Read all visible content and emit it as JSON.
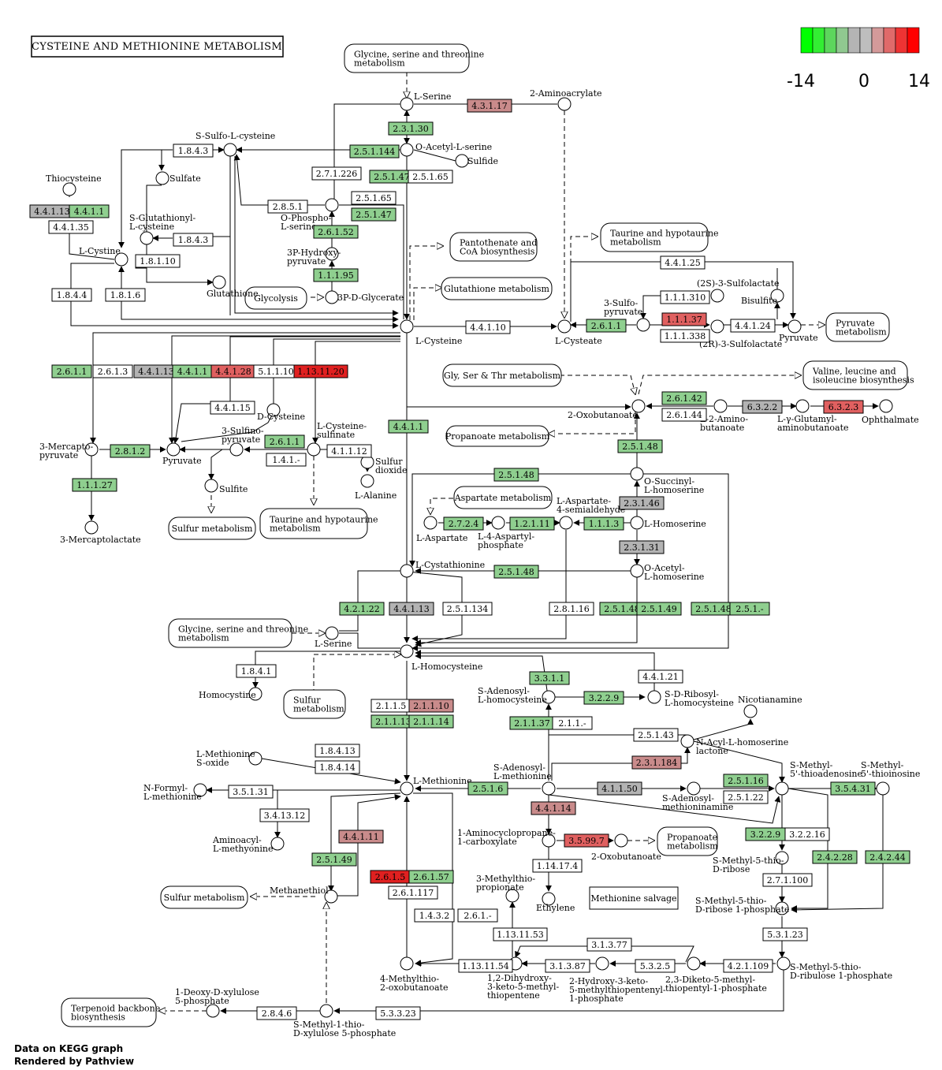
{
  "title": "CYSTEINE AND METHIONINE METABOLISM",
  "legend": {
    "min": "-14",
    "mid": "0",
    "max": "14",
    "colors": [
      "#00ff00",
      "#33ee33",
      "#5dd65d",
      "#90c890",
      "#b4b4b4",
      "#bebebe",
      "#d49a9a",
      "#e06a6a",
      "#ee3333",
      "#ff0000"
    ]
  },
  "footer": [
    "Data on KEGG graph",
    "Rendered by Pathview"
  ],
  "palette": {
    "white": "#ffffff",
    "G": "#8fcf8f",
    "S": "#b3b3b3",
    "P": "#c98b8b",
    "R": "#e06060",
    "RR": "#e02020"
  },
  "maps": [
    {
      "id": "m1",
      "t": [
        "Glycine, serine and threonine",
        "metabolism"
      ]
    },
    {
      "id": "m2",
      "t": [
        "Pantothenate and",
        "CoA biosynthesis"
      ]
    },
    {
      "id": "m3",
      "t": [
        "Glutathione metabolism"
      ]
    },
    {
      "id": "m4",
      "t": [
        "Glycolysis"
      ]
    },
    {
      "id": "m5",
      "t": [
        "Taurine and hypotaurine",
        "metabolism"
      ]
    },
    {
      "id": "m6",
      "t": [
        "Pyruvate",
        "metabolism"
      ]
    },
    {
      "id": "m7",
      "t": [
        "Gly, Ser & Thr metabolism"
      ]
    },
    {
      "id": "m8",
      "t": [
        "Valine, leucine and",
        "isoleucine biosynthesis"
      ]
    },
    {
      "id": "m9",
      "t": [
        "Propanoate metabolism"
      ]
    },
    {
      "id": "m10",
      "t": [
        "Aspartate metabolism"
      ]
    },
    {
      "id": "m11",
      "t": [
        "Sulfur metabolism"
      ]
    },
    {
      "id": "m12",
      "t": [
        "Taurine and hypotaurine",
        "metabolism"
      ]
    },
    {
      "id": "m13",
      "t": [
        "Glycine, serine and threonine",
        "metabolism"
      ]
    },
    {
      "id": "m14",
      "t": [
        "Sulfur",
        "metabolism"
      ]
    },
    {
      "id": "m15",
      "t": [
        "Propanoate",
        "metabolism"
      ]
    },
    {
      "id": "m16",
      "t": [
        "Sulfur metabolism"
      ]
    },
    {
      "id": "m17",
      "t": [
        "Terpenoid backbone",
        "biosynthesis"
      ]
    },
    {
      "id": "m18",
      "t": [
        "Methionine salvage"
      ]
    }
  ],
  "enzymes": [
    {
      "t": "4.3.1.17",
      "c": "P"
    },
    {
      "t": "2.3.1.30",
      "c": "G"
    },
    {
      "t": "2.5.1.144",
      "c": "G"
    },
    {
      "t": "1.8.4.3",
      "c": "W"
    },
    {
      "t": "2.7.1.226",
      "c": "W"
    },
    {
      "t": "2.5.1.47",
      "c": "G"
    },
    {
      "t": "2.5.1.65",
      "c": "W"
    },
    {
      "t": "2.5.1.65",
      "c": "W"
    },
    {
      "t": "2.8.5.1",
      "c": "W"
    },
    {
      "t": "2.5.1.47",
      "c": "G"
    },
    {
      "t": "2.6.1.52",
      "c": "G"
    },
    {
      "t": "1.1.1.95",
      "c": "G"
    },
    {
      "t": "4.4.1.13",
      "c": "S"
    },
    {
      "t": "4.4.1.1",
      "c": "G"
    },
    {
      "t": "4.4.1.35",
      "c": "W"
    },
    {
      "t": "1.8.4.3",
      "c": "W"
    },
    {
      "t": "1.8.1.10",
      "c": "W"
    },
    {
      "t": "1.8.4.4",
      "c": "W"
    },
    {
      "t": "1.8.1.6",
      "c": "W"
    },
    {
      "t": "4.4.1.10",
      "c": "W"
    },
    {
      "t": "2.6.1.1",
      "c": "G"
    },
    {
      "t": "1.1.1.37",
      "c": "R"
    },
    {
      "t": "1.1.1.310",
      "c": "W"
    },
    {
      "t": "1.1.1.338",
      "c": "W"
    },
    {
      "t": "4.4.1.24",
      "c": "W"
    },
    {
      "t": "4.4.1.25",
      "c": "W"
    },
    {
      "t": "2.6.1.1",
      "c": "G"
    },
    {
      "t": "2.6.1.3",
      "c": "W"
    },
    {
      "t": "4.4.1.13",
      "c": "S"
    },
    {
      "t": "4.4.1.1",
      "c": "G"
    },
    {
      "t": "4.4.1.28",
      "c": "R"
    },
    {
      "t": "5.1.1.10",
      "c": "W"
    },
    {
      "t": "1.13.11.20",
      "c": "RR"
    },
    {
      "t": "4.4.1.15",
      "c": "W"
    },
    {
      "t": "2.6.1.1",
      "c": "G"
    },
    {
      "t": "1.4.1.-",
      "c": "W"
    },
    {
      "t": "4.1.1.12",
      "c": "W"
    },
    {
      "t": "2.8.1.2",
      "c": "G"
    },
    {
      "t": "1.1.1.27",
      "c": "G"
    },
    {
      "t": "4.4.1.1",
      "c": "G"
    },
    {
      "t": "2.6.1.42",
      "c": "G"
    },
    {
      "t": "2.6.1.44",
      "c": "W"
    },
    {
      "t": "6.3.2.2",
      "c": "S"
    },
    {
      "t": "6.3.2.3",
      "c": "R"
    },
    {
      "t": "2.5.1.48",
      "c": "G"
    },
    {
      "t": "2.5.1.48",
      "c": "G"
    },
    {
      "t": "2.3.1.46",
      "c": "S"
    },
    {
      "t": "2.7.2.4",
      "c": "G"
    },
    {
      "t": "1.2.1.11",
      "c": "G"
    },
    {
      "t": "1.1.1.3",
      "c": "G"
    },
    {
      "t": "2.3.1.31",
      "c": "S"
    },
    {
      "t": "2.5.1.48",
      "c": "G"
    },
    {
      "t": "4.2.1.22",
      "c": "G"
    },
    {
      "t": "4.4.1.13",
      "c": "S"
    },
    {
      "t": "2.5.1.134",
      "c": "W"
    },
    {
      "t": "2.8.1.16",
      "c": "W"
    },
    {
      "t": "2.5.1.48",
      "c": "G"
    },
    {
      "t": "2.5.1.49",
      "c": "G"
    },
    {
      "t": "2.5.1.48",
      "c": "G"
    },
    {
      "t": "2.5.1.-",
      "c": "G"
    },
    {
      "t": "1.8.4.1",
      "c": "W"
    },
    {
      "t": "3.3.1.1",
      "c": "G"
    },
    {
      "t": "3.2.2.9",
      "c": "G"
    },
    {
      "t": "4.4.1.21",
      "c": "W"
    },
    {
      "t": "2.1.1.5",
      "c": "W"
    },
    {
      "t": "2.1.1.10",
      "c": "P"
    },
    {
      "t": "2.1.1.13",
      "c": "G"
    },
    {
      "t": "2.1.1.14",
      "c": "G"
    },
    {
      "t": "2.1.1.37",
      "c": "G"
    },
    {
      "t": "2.1.1.-",
      "c": "W"
    },
    {
      "t": "2.5.1.43",
      "c": "W"
    },
    {
      "t": "2.3.1.184",
      "c": "P"
    },
    {
      "t": "1.8.4.13",
      "c": "W"
    },
    {
      "t": "1.8.4.14",
      "c": "W"
    },
    {
      "t": "3.5.1.31",
      "c": "W"
    },
    {
      "t": "2.5.1.6",
      "c": "G"
    },
    {
      "t": "4.1.1.50",
      "c": "S"
    },
    {
      "t": "2.5.1.16",
      "c": "G"
    },
    {
      "t": "2.5.1.22",
      "c": "W"
    },
    {
      "t": "3.5.4.31",
      "c": "G"
    },
    {
      "t": "3.4.13.12",
      "c": "W"
    },
    {
      "t": "4.4.1.11",
      "c": "P"
    },
    {
      "t": "4.4.1.14",
      "c": "P"
    },
    {
      "t": "3.5.99.7",
      "c": "R"
    },
    {
      "t": "3.2.2.9",
      "c": "G"
    },
    {
      "t": "3.2.2.16",
      "c": "W"
    },
    {
      "t": "2.5.1.49",
      "c": "G"
    },
    {
      "t": "1.14.17.4",
      "c": "W"
    },
    {
      "t": "2.4.2.28",
      "c": "G"
    },
    {
      "t": "2.4.2.44",
      "c": "G"
    },
    {
      "t": "2.7.1.100",
      "c": "W"
    },
    {
      "t": "2.6.1.5",
      "c": "RR"
    },
    {
      "t": "2.6.1.57",
      "c": "G"
    },
    {
      "t": "2.6.1.117",
      "c": "W"
    },
    {
      "t": "1.4.3.2",
      "c": "W"
    },
    {
      "t": "2.6.1.-",
      "c": "W"
    },
    {
      "t": "5.3.1.23",
      "c": "W"
    },
    {
      "t": "1.13.11.53",
      "c": "W"
    },
    {
      "t": "3.1.3.77",
      "c": "W"
    },
    {
      "t": "1.13.11.54",
      "c": "W"
    },
    {
      "t": "3.1.3.87",
      "c": "W"
    },
    {
      "t": "5.3.2.5",
      "c": "W"
    },
    {
      "t": "4.2.1.109",
      "c": "W"
    },
    {
      "t": "2.8.4.6",
      "c": "W"
    },
    {
      "t": "5.3.3.23",
      "c": "W"
    }
  ],
  "compounds": [
    [
      "L-Serine"
    ],
    [
      "2-Aminoacrylate"
    ],
    [
      "O-Acetyl-L-serine"
    ],
    [
      "Sulfide"
    ],
    [
      "S-Sulfo-L-cysteine"
    ],
    [
      "Sulfate"
    ],
    [
      "Thiocysteine"
    ],
    [
      "S-Glutathionyl-",
      "L-cysteine"
    ],
    [
      "L-Cystine"
    ],
    [
      "Glutathione"
    ],
    [
      "O-Phospho-",
      "L-serine"
    ],
    [
      "3P-Hydroxy-",
      "pyruvate"
    ],
    [
      "3P-D-Glycerate"
    ],
    [
      "L-Cysteine"
    ],
    [
      "L-Cysteate"
    ],
    [
      "3-Sulfo-",
      "pyruvate"
    ],
    [
      "(2S)-3-Sulfolactate"
    ],
    [
      "Bisulfite"
    ],
    [
      "(2R)-3-Sulfolactate"
    ],
    [
      "Pyruvate"
    ],
    [
      "2-Oxobutanoate"
    ],
    [
      "L-2-Amino-",
      "butanoate"
    ],
    [
      "L-γ-Glutamyl-",
      "aminobutanoate"
    ],
    [
      "Ophthalmate"
    ],
    [
      "D-Cysteine"
    ],
    [
      "3-Sulfino-",
      "pyruvate"
    ],
    [
      "L-Cysteine-",
      "sulfinate"
    ],
    [
      "Sulfur",
      "dioxide"
    ],
    [
      "L-Alanine"
    ],
    [
      "3-Mercapto-",
      "pyruvate"
    ],
    [
      "Pyruvate"
    ],
    [
      "Sulfite"
    ],
    [
      "3-Mercaptolactate"
    ],
    [
      "O-Succinyl-",
      "L-homoserine"
    ],
    [
      "L-Aspartate-",
      "4-semialdehyde"
    ],
    [
      "L-Aspartate"
    ],
    [
      "L-4-Aspartyl-",
      "phosphate"
    ],
    [
      "L-Homoserine"
    ],
    [
      "L-Cystathionine"
    ],
    [
      "O-Acetyl-",
      "L-homoserine"
    ],
    [
      "L-Serine"
    ],
    [
      "L-Homocysteine"
    ],
    [
      "Homocystine"
    ],
    [
      "S-Adenosyl-",
      "L-homocysteine"
    ],
    [
      "S-D-Ribosyl-",
      "L-homocysteine"
    ],
    [
      "Nicotianamine"
    ],
    [
      "N-Acyl-L-homoserine",
      "lactone"
    ],
    [
      "L-Methionine",
      "S-oxide"
    ],
    [
      "L-Methionine"
    ],
    [
      "N-Formyl-",
      "L-methionine"
    ],
    [
      "S-Adenosyl-",
      "L-methionine"
    ],
    [
      "S-Adenosyl-",
      "methioninamine"
    ],
    [
      "S-Methyl-",
      "5'-thioadenosine"
    ],
    [
      "S-Methyl-",
      "5'-thioinosine"
    ],
    [
      "Aminoacyl-",
      "L-methyonine"
    ],
    [
      "Methanethiol"
    ],
    [
      "1-Aminocyclopropane-",
      "1-carboxylate"
    ],
    [
      "2-Oxobutanoate"
    ],
    [
      "S-Methyl-5-thio-",
      "D-ribose"
    ],
    [
      "3-Methylthio-",
      "propionate"
    ],
    [
      "Ethylene"
    ],
    [
      "S-Methyl-5-thio-",
      "D-ribose 1-phosphate"
    ],
    [
      "4-Methylthio-",
      "2-oxobutanoate"
    ],
    [
      "1,2-Dihydroxy-",
      "3-keto-5-methyl-",
      "thiopentene"
    ],
    [
      "2-Hydroxy-3-keto-",
      "5-methylthiopentenyl-",
      "1-phosphate"
    ],
    [
      "2,3-Diketo-5-methyl-",
      "thiopentyl-1-phosphate"
    ],
    [
      "S-Methyl-5-thio-",
      "D-ribulose 1-phosphate"
    ],
    [
      "1-Deoxy-D-xylulose",
      "5-phosphate"
    ],
    [
      "S-Methyl-1-thio-",
      "D-xylulose 5-phosphate"
    ]
  ]
}
